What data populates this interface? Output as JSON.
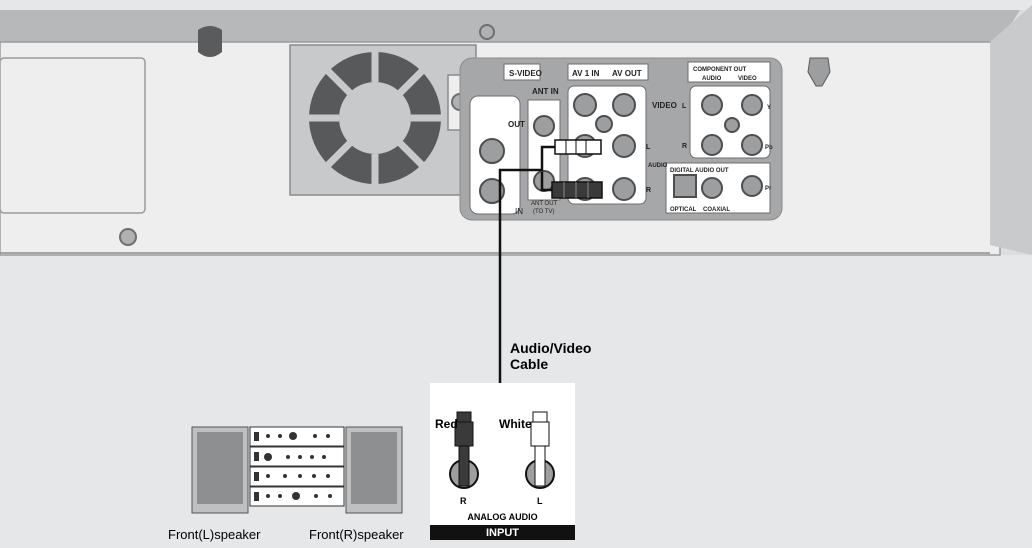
{
  "panel": {
    "svideo": "S-VIDEO",
    "out": "OUT",
    "in": "IN",
    "ant_in": "ANT IN",
    "ant_out": "ANT OUT",
    "to_tv": "(TO TV)",
    "av1_in": "AV 1 IN",
    "av_out": "AV OUT",
    "video": "VIDEO",
    "audio": "AUDIO",
    "component_out": "COMPONENT OUT",
    "comp_audio": "AUDIO",
    "comp_video": "VIDEO",
    "digital_audio_out": "DIGITAL AUDIO OUT",
    "optical": "OPTICAL",
    "coaxial": "COAXIAL",
    "l_mark": "L",
    "r_mark": "R",
    "y_mark": "Y",
    "pb_mark": "Pb",
    "pr_mark": "Pr"
  },
  "cable": {
    "label_line1": "Audio/Video",
    "label_line2": "Cable",
    "red": "Red",
    "white": "White"
  },
  "receiver": {
    "r": "R",
    "l": "L",
    "analog_audio": "ANALOG AUDIO",
    "input": "INPUT"
  },
  "speakers": {
    "front_left": "Front(L)speaker",
    "front_right": "Front(R)speaker"
  }
}
